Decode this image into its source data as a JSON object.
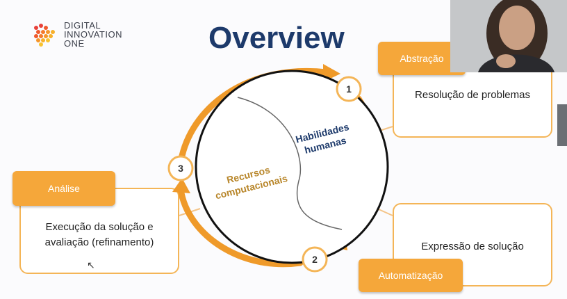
{
  "logo": {
    "line1": "DIGITAL",
    "line2": "INNOVATION",
    "line3": "ONE"
  },
  "title": "Overview",
  "diagram": {
    "inner_right": {
      "line1": "Habilidades",
      "line2": "humanas"
    },
    "inner_left": {
      "line1": "Recursos",
      "line2": "computacionais"
    },
    "steps": [
      "1",
      "2",
      "3"
    ]
  },
  "cards": {
    "abstracao": {
      "tag": "Abstração",
      "text": "Resolução de problemas"
    },
    "analise": {
      "tag": "Análise",
      "text_line1": "Execução da solução e",
      "text_line2": "avaliação (refinamento)"
    },
    "automatizacao": {
      "tag": "Automatização",
      "text": "Expressão de solução"
    }
  },
  "colors": {
    "accent": "#f5a73a",
    "title": "#1d3a6b",
    "card_border": "#f4b557"
  }
}
